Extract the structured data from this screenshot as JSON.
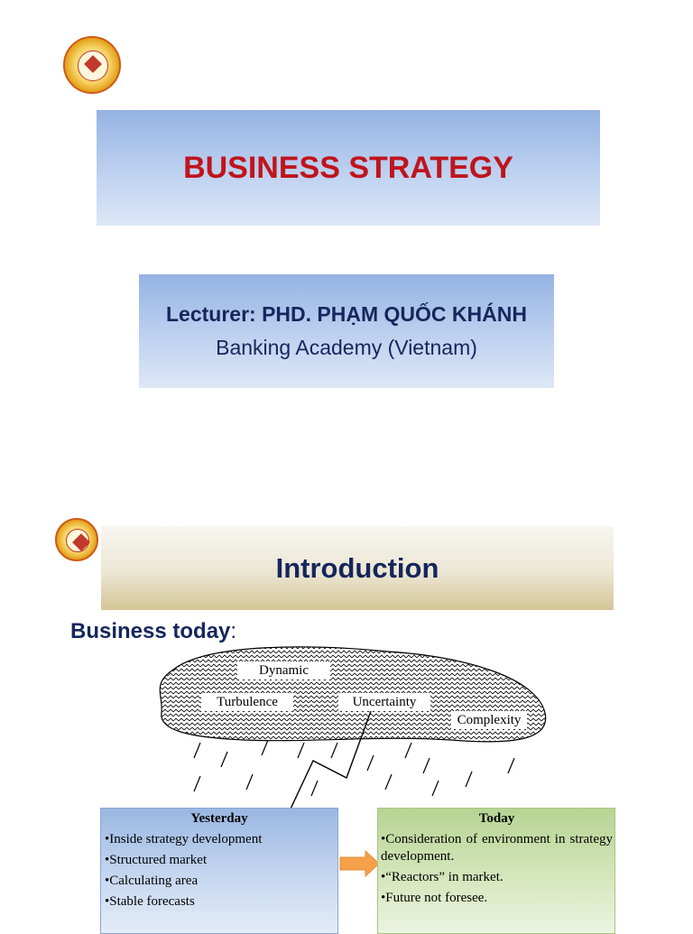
{
  "slide1": {
    "title": "BUSINESS STRATEGY",
    "lecturer": "Lecturer: PHD. PHẠM QUỐC KHÁNH",
    "institution": "Banking Academy (Vietnam)"
  },
  "slide2": {
    "title": "Introduction",
    "heading_bold": "Business today",
    "heading_suffix": ":",
    "cloud_labels": [
      "Dynamic",
      "Turbulence",
      "Uncertainty",
      "Complexity"
    ],
    "yesterday": {
      "title": "Yesterday",
      "items": [
        "•Inside strategy development",
        "•Structured market",
        "•Calculating area",
        "•Stable forecasts"
      ]
    },
    "today": {
      "title": "Today",
      "items": [
        "•Consideration of environment in strategy development.",
        "•“Reactors” in market.",
        "•Future not foresee."
      ]
    }
  },
  "colors": {
    "title_red": "#c0141c",
    "navy": "#16265c",
    "arrow_orange": "#f5a04a"
  },
  "icons": [
    "banking-academy-logo",
    "lightning-arrow",
    "right-arrow"
  ]
}
